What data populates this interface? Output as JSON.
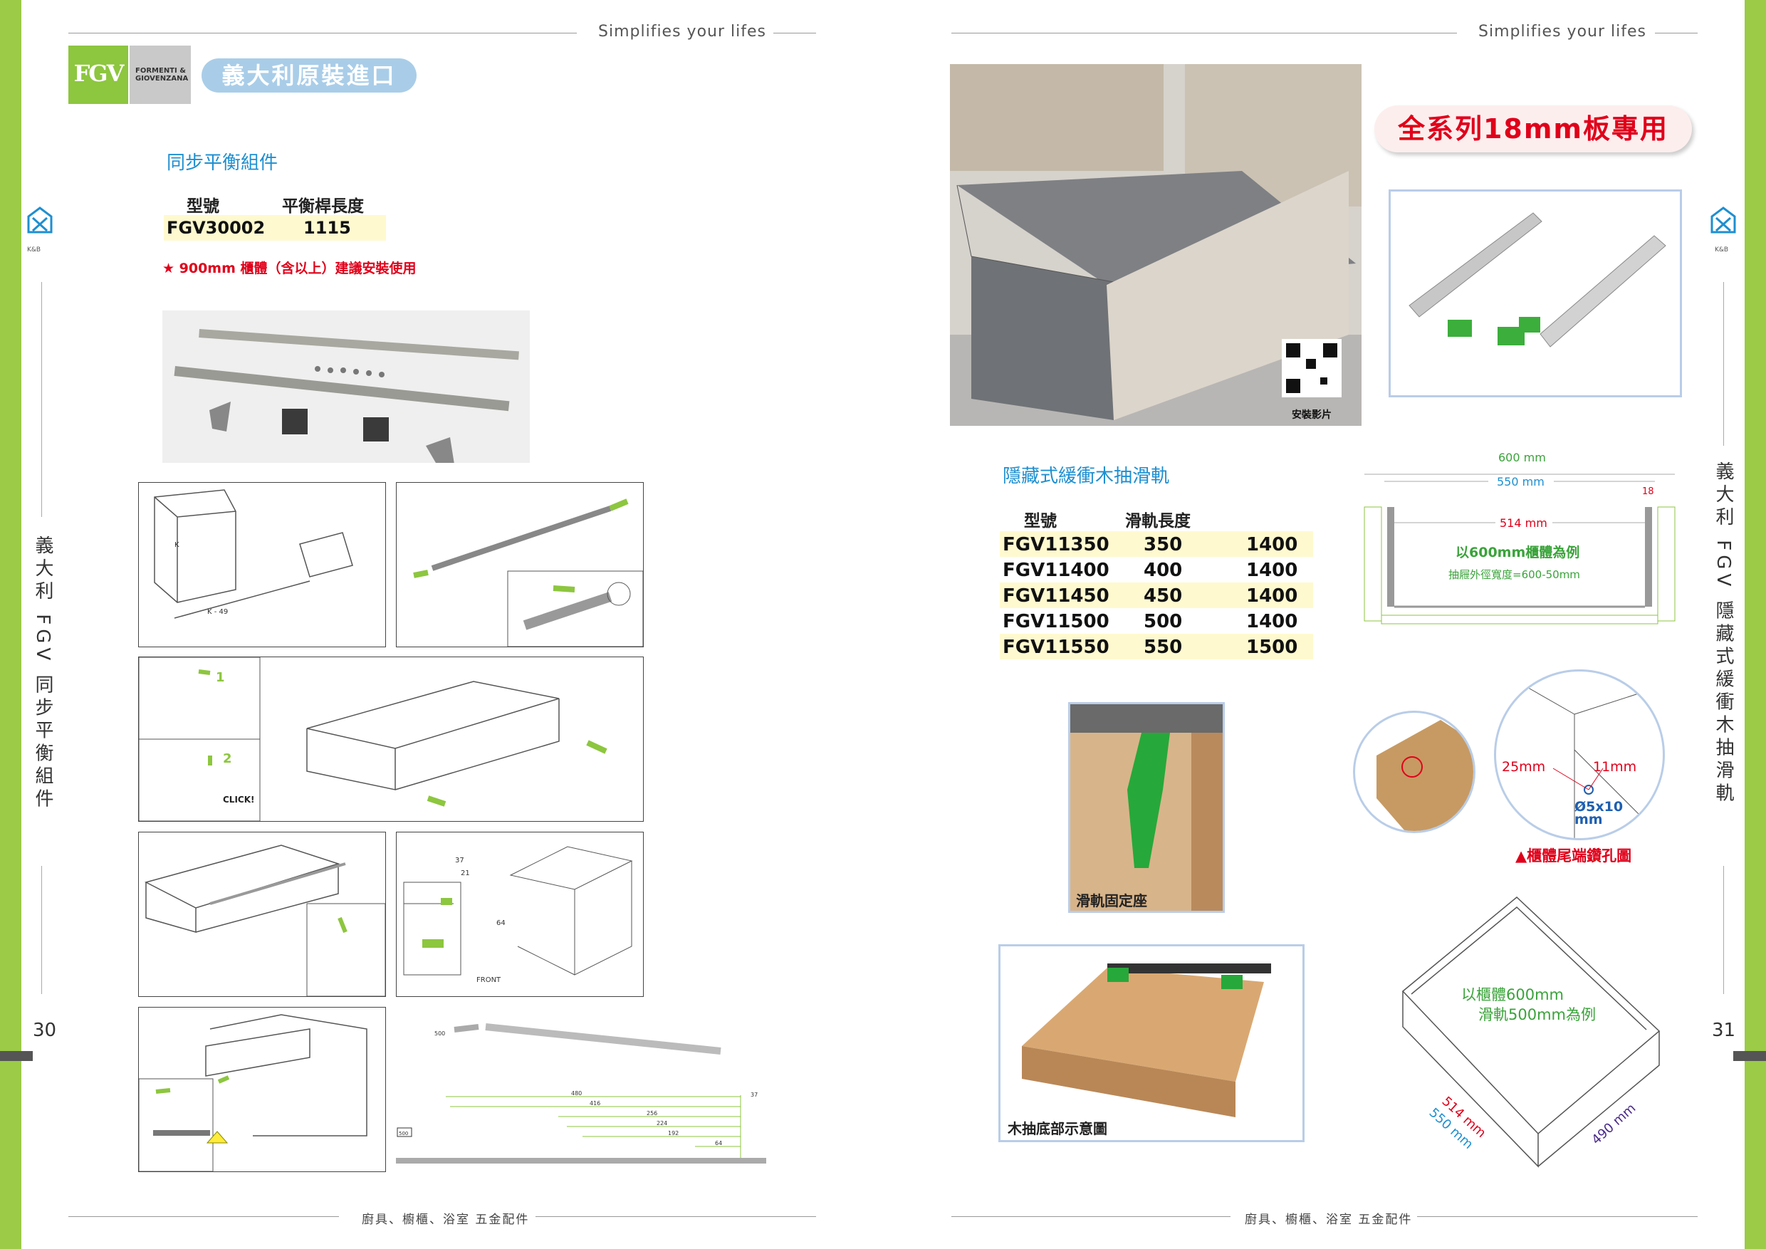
{
  "header": {
    "tagline_left": "Simplifies your lifes",
    "tagline_right": "Simplifies your lifes"
  },
  "logo": {
    "mark": "FGV",
    "brand_line1": "FORMENTI &",
    "brand_line2": "GIOVENZANA",
    "badge": "義大利原裝進口"
  },
  "brand_small": "K&B",
  "left": {
    "section_title": "同步平衡組件",
    "table": {
      "headers": [
        "型號",
        "平衡桿長度"
      ],
      "rows": [
        [
          "FGV30002",
          "1115"
        ]
      ]
    },
    "note": "★ 900mm 櫃體（含以上）建議安裝使用",
    "side_title": "義大利 FGV 同步平衡組件",
    "page_number": "30",
    "diagram_labels": {
      "k49": "K - 49",
      "k": "K",
      "step1": "1",
      "step2": "2",
      "click": "CLICK!",
      "d37": "37",
      "d21": "21",
      "d64": "64",
      "front": "FRONT",
      "r500": "500",
      "r480": "480",
      "r416": "416",
      "r256": "256",
      "r224": "224",
      "r192": "192",
      "r64": "64",
      "r37": "37",
      "box500": "500"
    }
  },
  "right": {
    "badge": "全系列18mm板專用",
    "qr_caption": "安裝影片",
    "section_title": "隱藏式緩衝木抽滑軌",
    "table": {
      "headers": [
        "型號",
        "滑軌長度"
      ],
      "rows": [
        [
          "FGV11350",
          "350",
          "1400"
        ],
        [
          "FGV11400",
          "400",
          "1400"
        ],
        [
          "FGV11450",
          "450",
          "1400"
        ],
        [
          "FGV11500",
          "500",
          "1400"
        ],
        [
          "FGV11550",
          "550",
          "1500"
        ]
      ]
    },
    "dim": {
      "w600": "600 mm",
      "w550": "550 mm",
      "w514": "514 mm",
      "t18": "18",
      "example": "以600mm櫃體為例",
      "formula": "抽屜外徑寬度=600-50mm"
    },
    "bracket_caption": "滑軌固定座",
    "drill": {
      "d25": "25mm",
      "d11": "11mm",
      "hole1": "Ø5x10",
      "hole2": "mm",
      "caption": "▲櫃體尾端鑽孔圖"
    },
    "bottom_caption": "木抽底部示意圖",
    "iso": {
      "line1": "以櫃體600mm",
      "line2": "滑軌500mm為例",
      "a514": "514 mm",
      "a550": "550 mm",
      "a490": "490 mm"
    },
    "side_title": "義大利 FGV 隱藏式緩衝木抽滑軌",
    "page_number": "31"
  },
  "footer": {
    "left": "廚具、櫥櫃、浴室 五金配件",
    "right": "廚具、櫥櫃、浴室 五金配件"
  },
  "colors": {
    "green": "#9bcb47",
    "blue_title": "#1e8fd0",
    "red": "#e0001a",
    "row_yellow": "#fff9cf",
    "frame_blue": "#b9cde8"
  }
}
